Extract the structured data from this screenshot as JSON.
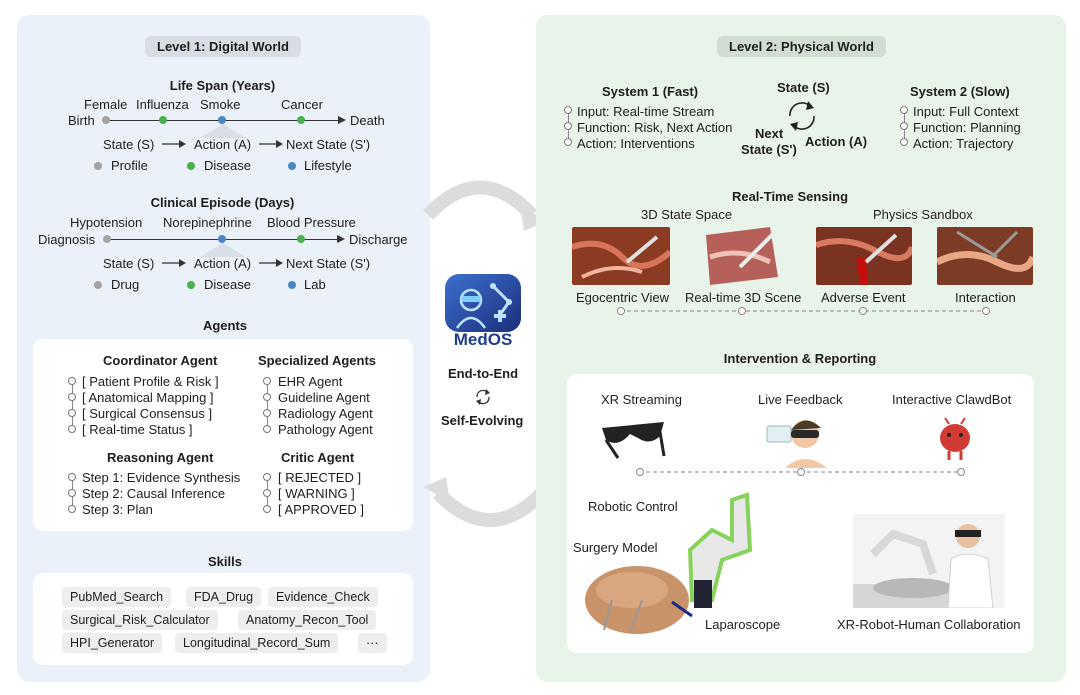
{
  "level1": {
    "title": "Level 1: Digital World",
    "life_span": {
      "title": "Life Span (Years)",
      "start": "Birth",
      "end": "Death",
      "events": [
        "Female",
        "Influenza",
        "Smoke",
        "Cancer"
      ],
      "state_row": [
        "State (S)",
        "Action (A)",
        "Next State (S')"
      ],
      "legend": [
        "Profile",
        "Disease",
        "Lifestyle"
      ]
    },
    "clinical": {
      "title": "Clinical Episode (Days)",
      "start": "Diagnosis",
      "end": "Discharge",
      "events": [
        "Hypotension",
        "Norepinephrine",
        "Blood Pressure"
      ],
      "state_row": [
        "State (S)",
        "Action (A)",
        "Next State (S')"
      ],
      "legend": [
        "Drug",
        "Disease",
        "Lab"
      ]
    },
    "agents": {
      "title": "Agents",
      "coordinator": {
        "title": "Coordinator Agent",
        "items": [
          "[ Patient Profile & Risk ]",
          "[ Anatomical Mapping ]",
          "[ Surgical Consensus ]",
          "[ Real-time Status ]"
        ]
      },
      "specialized": {
        "title": "Specialized Agents",
        "items": [
          "EHR Agent",
          "Guideline Agent",
          "Radiology Agent",
          "Pathology Agent"
        ]
      },
      "reasoning": {
        "title": "Reasoning Agent",
        "items": [
          "Step 1: Evidence Synthesis",
          "Step 2: Causal Inference",
          "Step 3: Plan"
        ]
      },
      "critic": {
        "title": "Critic Agent",
        "items": [
          "[ REJECTED ]",
          "[ WARNING ]",
          "[ APPROVED ]"
        ]
      }
    },
    "skills": {
      "title": "Skills",
      "rows": [
        [
          "PubMed_Search",
          "FDA_Drug",
          "Evidence_Check"
        ],
        [
          "Surgical_Risk_Calculator",
          "Anatomy_Recon_Tool"
        ],
        [
          "HPI_Generator",
          "Longitudinal_Record_Sum",
          "···"
        ]
      ]
    }
  },
  "center": {
    "logo_text": "MedOS",
    "line1": "End-to-End",
    "line2": "Self-Evolving"
  },
  "level2": {
    "title": "Level 2: Physical World",
    "system1": {
      "title": "System 1 (Fast)",
      "items": [
        "Input: Real-time Stream",
        "Function: Risk, Next Action",
        "Action: Interventions"
      ]
    },
    "system2": {
      "title": "System 2 (Slow)",
      "items": [
        "Input: Full Context",
        "Function: Planning",
        "Action: Trajectory"
      ]
    },
    "cycle": {
      "state": "State (S)",
      "next_state_1": "Next",
      "next_state_2": "State (S')",
      "action": "Action (A)"
    },
    "sensing": {
      "title": "Real-Time Sensing",
      "sub_left": "3D State Space",
      "sub_right": "Physics Sandbox",
      "captions": [
        "Egocentric View",
        "Real-time 3D Scene",
        "Adverse Event",
        "Interaction"
      ]
    },
    "intervention": {
      "title": "Intervention & Reporting",
      "items": [
        "XR Streaming",
        "Live Feedback",
        "Interactive ClawdBot"
      ],
      "robotic_control": "Robotic Control",
      "surgery_model": "Surgery Model",
      "laparoscope": "Laparoscope",
      "collab": "XR-Robot-Human Collaboration"
    }
  },
  "colors": {
    "profile": "#a3a3a3",
    "disease": "#4caf50",
    "lifestyle": "#4a86c5"
  }
}
